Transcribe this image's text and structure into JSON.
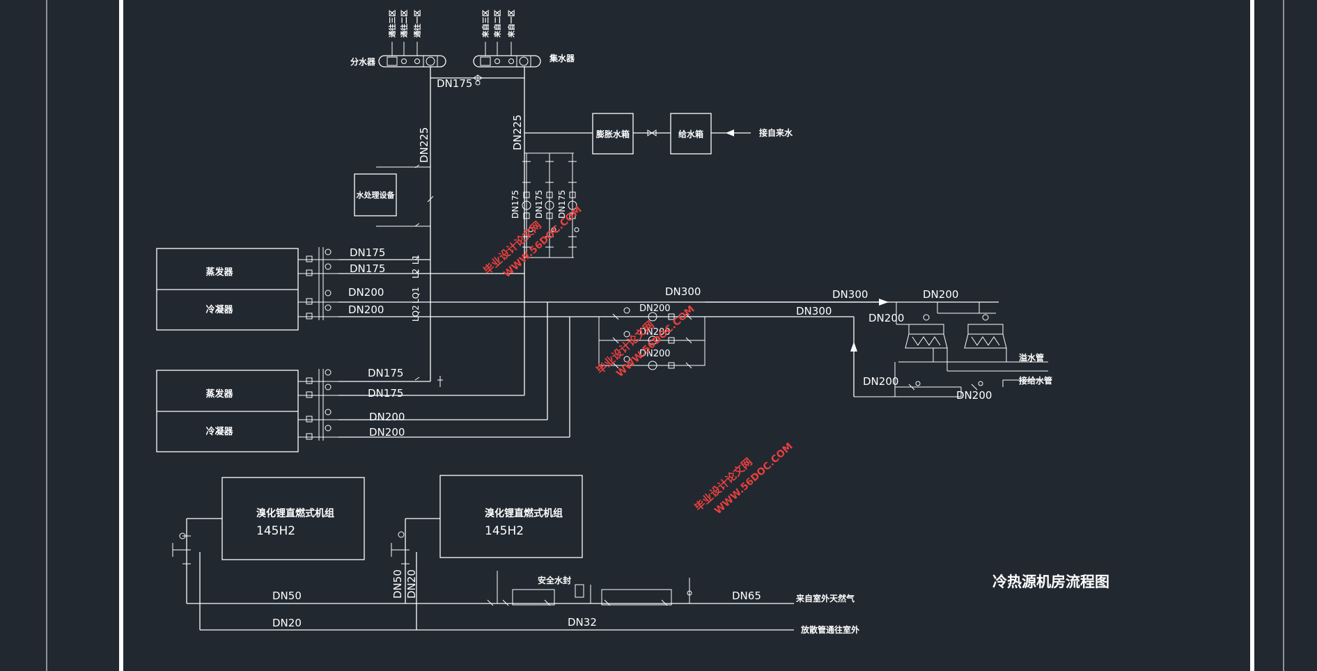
{
  "title": "冷热源机房流程图",
  "distributor": {
    "label": "分水器",
    "outlets": [
      "通往三区",
      "通往二区",
      "通往一区"
    ]
  },
  "collector": {
    "label": "集水器",
    "inlets": [
      "来自三区",
      "来自二区",
      "来自一区"
    ]
  },
  "equipment": {
    "water_treatment": "水处理设备",
    "expansion_tank": "膨胀水箱",
    "supply_tank": "给水箱",
    "tap_water": "接自来水",
    "evaporator_1": "蒸发器",
    "condenser_1": "冷凝器",
    "evaporator_2": "蒸发器",
    "condenser_2": "冷凝器",
    "unit_1_name": "溴化锂直燃式机组",
    "unit_1_model": "145H2",
    "unit_2_name": "溴化锂直燃式机组",
    "unit_2_model": "145H2",
    "overflow": "溢水管",
    "makeup": "接给水管",
    "safety_seal": "安全水封",
    "gas_in": "来自室外天然气",
    "vent": "放散管通往室外"
  },
  "pipes": {
    "dn175_top": "DN175",
    "dn225_a": "DN225",
    "dn225_b": "DN225",
    "pump_dn175_1": "DN175",
    "pump_dn175_2": "DN175",
    "pump_dn175_3": "DN175",
    "e1_dn175_a": "DN175",
    "e1_dn175_b": "DN175",
    "c1_dn200_a": "DN200",
    "c1_dn200_b": "DN200",
    "e2_dn175_a": "DN175",
    "e2_dn175_b": "DN175",
    "c2_dn200_a": "DN200",
    "c2_dn200_b": "DN200",
    "dn300_a": "DN300",
    "dn300_b": "DN300",
    "dn300_c": "DN300",
    "dn200_tower": "DN200",
    "dn200_tower_b": "DN200",
    "dn200_pump_a": "DN200",
    "dn200_pump_b": "DN200",
    "dn200_pump_c": "DN200",
    "dn200_ret_a": "DN200",
    "dn200_ret_b": "DN200",
    "gas_dn50": "DN50",
    "gas_dn20": "DN20",
    "gas_dn50_v": "DN50",
    "gas_dn20_v": "DN20",
    "gas_dn65": "DN65",
    "gas_dn32": "DN32"
  },
  "line_tags": {
    "l1": "L1",
    "l2": "L2",
    "lq1": "LQ1",
    "lq2": "LQ2"
  },
  "watermarks": [
    {
      "cn": "毕业设计论文网",
      "en": "WWW.56DOC.COM"
    },
    {
      "cn": "毕业设计论文网",
      "en": "WWW.56DOC.COM"
    },
    {
      "cn": "毕业设计论文网",
      "en": "WWW.56DOC.COM"
    }
  ]
}
